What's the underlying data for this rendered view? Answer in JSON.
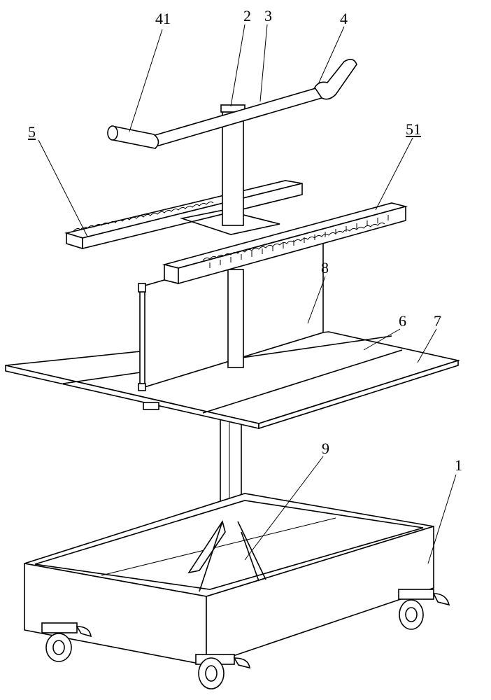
{
  "labels": {
    "l41": "41",
    "l2": "2",
    "l3": "3",
    "l4": "4",
    "l5": "5",
    "l51": "51",
    "l8": "8",
    "l6": "6",
    "l7": "7",
    "l9": "9",
    "l1": "1"
  }
}
